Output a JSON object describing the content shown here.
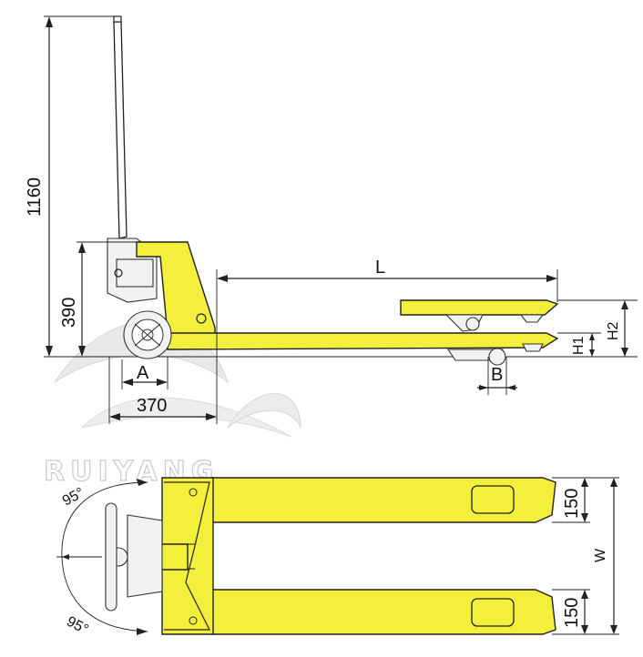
{
  "watermark": {
    "brand": "RUIYANG"
  },
  "side_view": {
    "height_total": "1160",
    "handle_height": "390",
    "frame_length": "370",
    "dim_a": "A",
    "dim_b": "B",
    "fork_length": "L",
    "lowered_height": "H1",
    "raised_height": "H2"
  },
  "top_view": {
    "fork_width_top": "150",
    "fork_width_bottom": "150",
    "overall_width": "W",
    "handle_angle_top": "95°",
    "handle_angle_bottom": "95°"
  },
  "colors": {
    "body": "#f3ef3a",
    "outline": "#222222"
  }
}
